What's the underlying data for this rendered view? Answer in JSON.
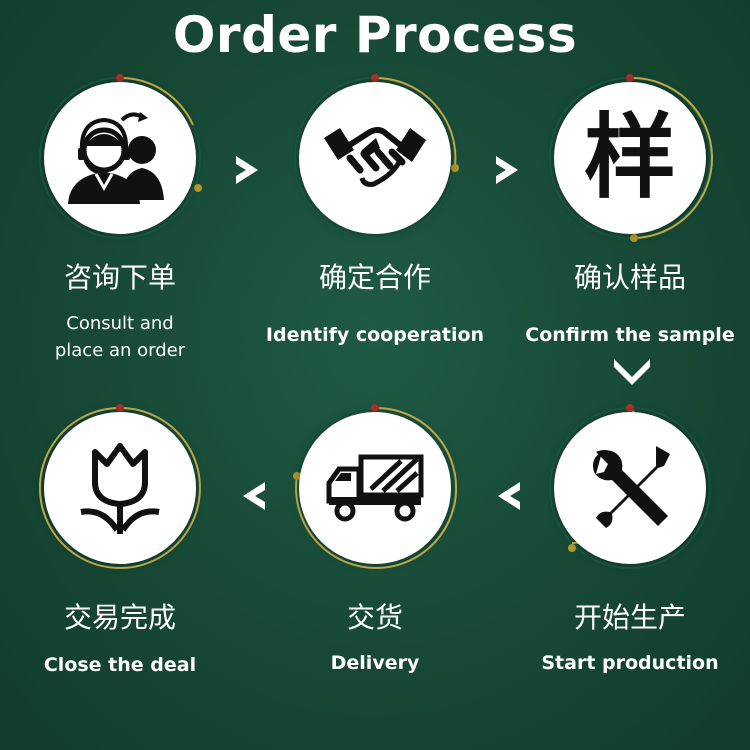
{
  "title": "Order Process",
  "steps": [
    {
      "cn": "咨询下单",
      "en": "Consult and place an order",
      "icon": "customer-service-icon"
    },
    {
      "cn": "确定合作",
      "en": "Identify cooperation",
      "icon": "handshake-icon"
    },
    {
      "cn": "确认样品",
      "en": "Confirm the sample",
      "icon": "sample-character-icon",
      "glyph": "样"
    },
    {
      "cn": "开始生产",
      "en": "Start production",
      "icon": "tools-icon"
    },
    {
      "cn": "交货",
      "en": "Delivery",
      "icon": "truck-icon"
    },
    {
      "cn": "交易完成",
      "en": "Close the deal",
      "icon": "tulip-icon"
    }
  ],
  "colors": {
    "background": "#174836",
    "ring_arc": "#c9b24a",
    "ring_dot_red": "#b3322c",
    "ring_dot_gold": "#b59a2c",
    "text": "#ffffff"
  }
}
